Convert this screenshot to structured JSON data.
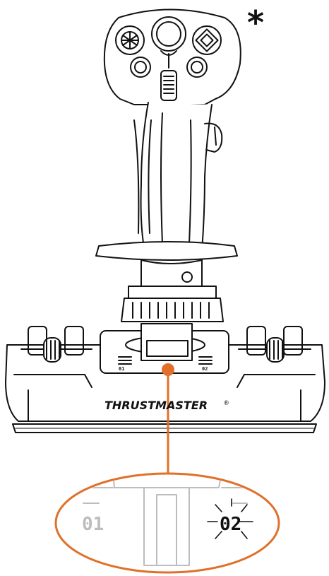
{
  "brand": {
    "name": "THRUSTMASTER",
    "registered": "®"
  },
  "annotation": {
    "asterisk": "*"
  },
  "base_labels": {
    "left": "01",
    "right": "02"
  },
  "zoom_callout": {
    "inactive_label": "01",
    "active_label": "02"
  },
  "colors": {
    "line": "#111111",
    "accent": "#e0702a",
    "inactive_text": "#bdbdbd",
    "panel": "#ffffff"
  }
}
